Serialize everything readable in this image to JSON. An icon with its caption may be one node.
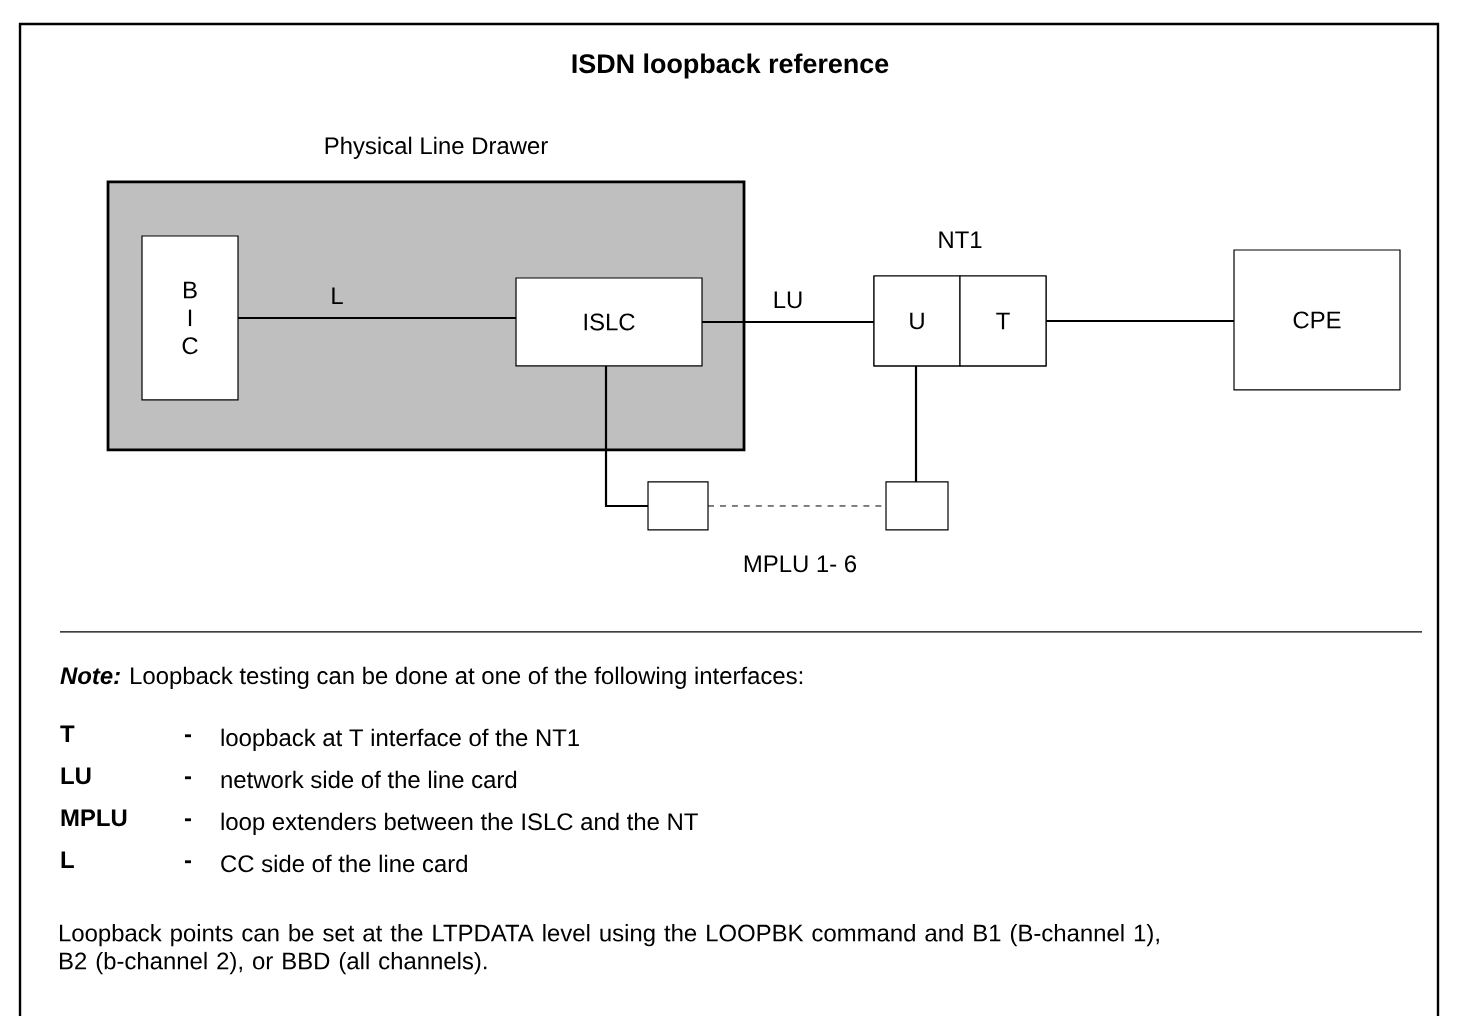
{
  "diagram": {
    "title": "ISDN loopback reference",
    "nodes": [
      {
        "text": [
          "Physical Line Drawer"
        ]
      },
      {
        "text": [
          "B I C"
        ],
        "in": 0
      },
      {
        "text": [
          "ISLC"
        ],
        "in": 0
      },
      {
        "text": [
          "NT1"
        ]
      },
      {
        "text": [
          "U"
        ],
        "in": 3
      },
      {
        "text": [
          "T"
        ],
        "in": 3
      },
      {
        "text": [
          "CPE"
        ]
      },
      {
        "text": [],
        "shape": "box"
      },
      {
        "text": [],
        "shape": "box"
      }
    ],
    "edges": [
      {
        "from": 1,
        "to": 2,
        "arrow": "none",
        "label": "L"
      },
      {
        "from": 2,
        "to": 4,
        "arrow": "none",
        "label": "LU"
      },
      {
        "from": 5,
        "to": 6,
        "arrow": "none"
      },
      {
        "from": 2,
        "to": 7,
        "arrow": "none"
      },
      {
        "from": 7,
        "to": 8,
        "arrow": "none",
        "style": "dashed"
      },
      {
        "from": 4,
        "to": 8,
        "arrow": "none"
      }
    ],
    "labels": [
      "MPLU  1- 6",
      "Note:",
      "Loopback testing can be done at one of the following interfaces:",
      "T",
      "-",
      "loopback at T interface of the NT1",
      "LU",
      "-",
      "network side of the line card",
      "MPLU",
      "-",
      "loop extenders between the ISLC and the NT",
      "L",
      "-",
      "CC side of the line card",
      "Loopback points can be set at the LTPDATA level using the LOOPBK command and B1 (B-channel 1), B2 (b-channel 2), or BBD (all channels)."
    ]
  }
}
